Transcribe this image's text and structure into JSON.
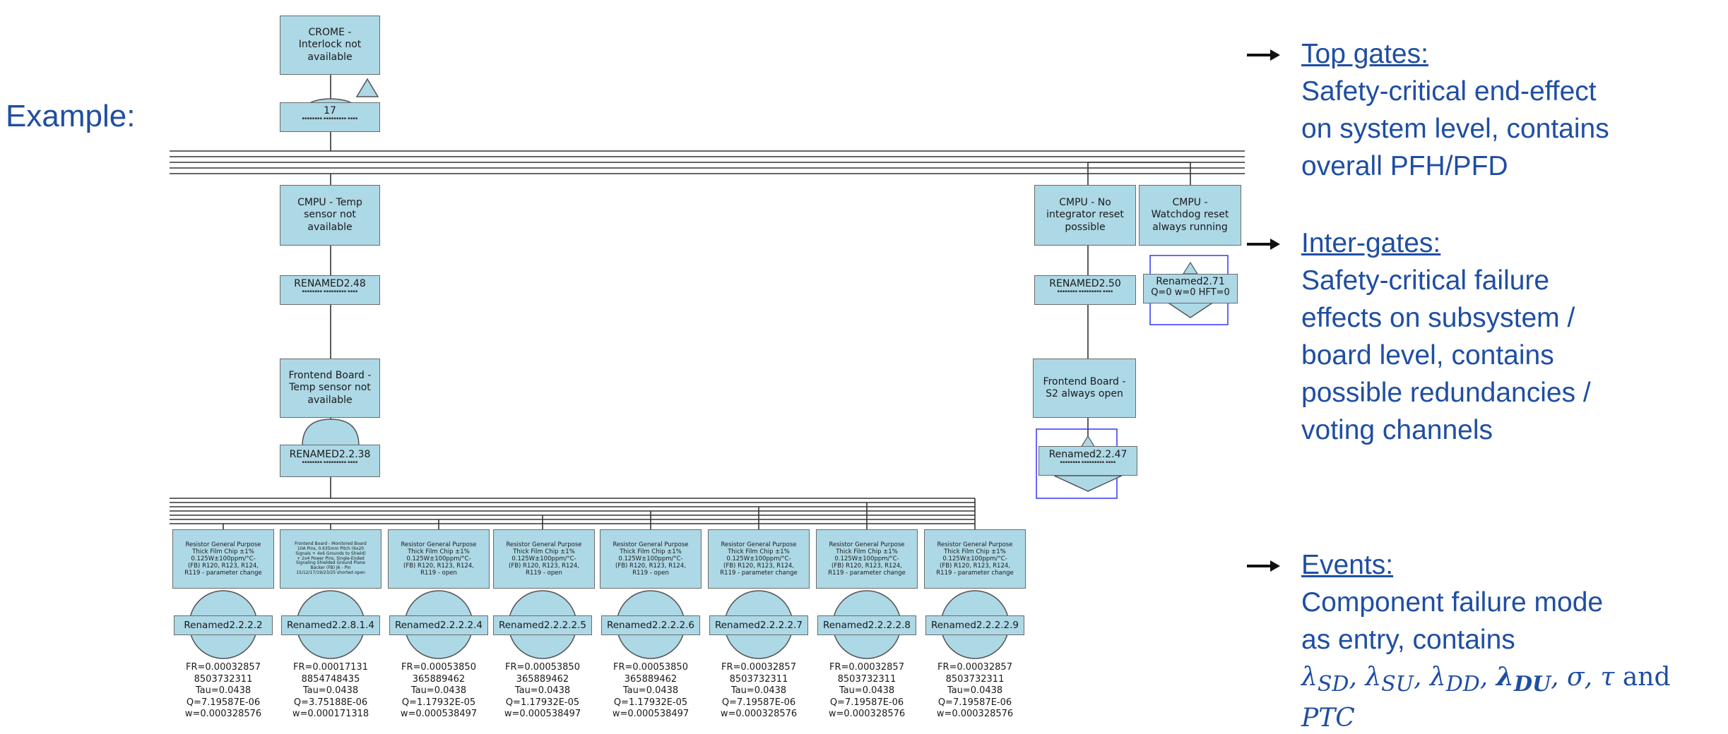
{
  "example_label": "Example:",
  "top_gate": {
    "title": "CROME -\nInterlock not\navailable",
    "id": "17"
  },
  "inter_gates": [
    {
      "title": "CMPU - Temp\nsensor not\navailable",
      "label": "RENAMED2.48"
    },
    {
      "title": "CMPU - No\nintegrator reset\npossible",
      "label": "RENAMED2.50"
    },
    {
      "title": "CMPU -\nWatchdog reset\nalways running",
      "label": "Renamed2.71",
      "label_sub": "Q=0 w=0 HFT=0"
    }
  ],
  "board_gates": [
    {
      "title": "Frontend Board -\nTemp sensor not\navailable",
      "label": "RENAMED2.2.38"
    },
    {
      "title": "Frontend Board -\nS2 always open",
      "label": "Renamed2.2.47"
    }
  ],
  "events": [
    {
      "title": "Resistor General Purpose\nThick Film Chip ±1%\n0.125W±100ppm/°C-\n(FB) R120, R123, R124,\nR119 - parameter change",
      "label": "Renamed2.2.2.2",
      "fr": "FR=0.00032857",
      "num": "8503732311",
      "tau": "Tau=0.0438",
      "q": "Q=7.19587E-06",
      "w": "w=0.000328576"
    },
    {
      "title": "Frontend Board - Monitored Board\n10A Pins, 0.635mm Pitch (6x20\nSignals + 4x6 Grounds to Shield)\n+ 2x4 Power Pins, Single-Ended\nSignaling Shielded Ground Plane\nBacker (FB) J6 - Pin\n15/12/17/19/23/25 shorted open",
      "label": "Renamed2.2.8.1.4",
      "fr": "FR=0.00017131",
      "num": "8854748435",
      "tau": "Tau=0.0438",
      "q": "Q=3.75188E-06",
      "w": "w=0.000171318",
      "tiny": true
    },
    {
      "title": "Resistor General Purpose\nThick Film Chip ±1%\n0.125W±100ppm/°C-\n(FB) R120, R123, R124,\nR119 - open",
      "label": "Renamed2.2.2.2.4",
      "fr": "FR=0.00053850",
      "num": "365889462",
      "tau": "Tau=0.0438",
      "q": "Q=1.17932E-05",
      "w": "w=0.000538497"
    },
    {
      "title": "Resistor General Purpose\nThick Film Chip ±1%\n0.125W±100ppm/°C-\n(FB) R120, R123, R124,\nR119 - open",
      "label": "Renamed2.2.2.2.5",
      "fr": "FR=0.00053850",
      "num": "365889462",
      "tau": "Tau=0.0438",
      "q": "Q=1.17932E-05",
      "w": "w=0.000538497"
    },
    {
      "title": "Resistor General Purpose\nThick Film Chip ±1%\n0.125W±100ppm/°C-\n(FB) R120, R123, R124,\nR119 - open",
      "label": "Renamed2.2.2.2.6",
      "fr": "FR=0.00053850",
      "num": "365889462",
      "tau": "Tau=0.0438",
      "q": "Q=1.17932E-05",
      "w": "w=0.000538497"
    },
    {
      "title": "Resistor General Purpose\nThick Film Chip ±1%\n0.125W±100ppm/°C-\n(FB) R120, R123, R124,\nR119 - parameter change",
      "label": "Renamed2.2.2.2.7",
      "fr": "FR=0.00032857",
      "num": "8503732311",
      "tau": "Tau=0.0438",
      "q": "Q=7.19587E-06",
      "w": "w=0.000328576"
    },
    {
      "title": "Resistor General Purpose\nThick Film Chip ±1%\n0.125W±100ppm/°C-\n(FB) R120, R123, R124,\nR119 - parameter change",
      "label": "Renamed2.2.2.2.8",
      "fr": "FR=0.00032857",
      "num": "8503732311",
      "tau": "Tau=0.0438",
      "q": "Q=7.19587E-06",
      "w": "w=0.000328576"
    },
    {
      "title": "Resistor General Purpose\nThick Film Chip ±1%\n0.125W±100ppm/°C-\n(FB) R120, R123, R124,\nR119 - parameter change",
      "label": "Renamed2.2.2.2.9",
      "fr": "FR=0.00032857",
      "num": "8503732311",
      "tau": "Tau=0.0438",
      "q": "Q=7.19587E-06",
      "w": "w=0.000328576"
    }
  ],
  "legend": {
    "top_gates": {
      "header": "Top gates:",
      "body": "Safety-critical end-effect\non system level, contains\noverall PFH/PFD"
    },
    "inter_gates": {
      "header": "Inter-gates:",
      "body": "Safety-critical failure\neffects on subsystem /\nboard level, contains\npossible redundancies /\nvoting channels"
    },
    "events": {
      "header": "Events:",
      "body": "Component failure mode\nas entry, contains",
      "math_tail": "and",
      "math_last": "PTC"
    }
  },
  "colors": {
    "box_fill": "#add8e6",
    "box_border": "#6b6b6b",
    "legend_text": "#1f4ea3",
    "transfer_outline": "#3333ff"
  }
}
